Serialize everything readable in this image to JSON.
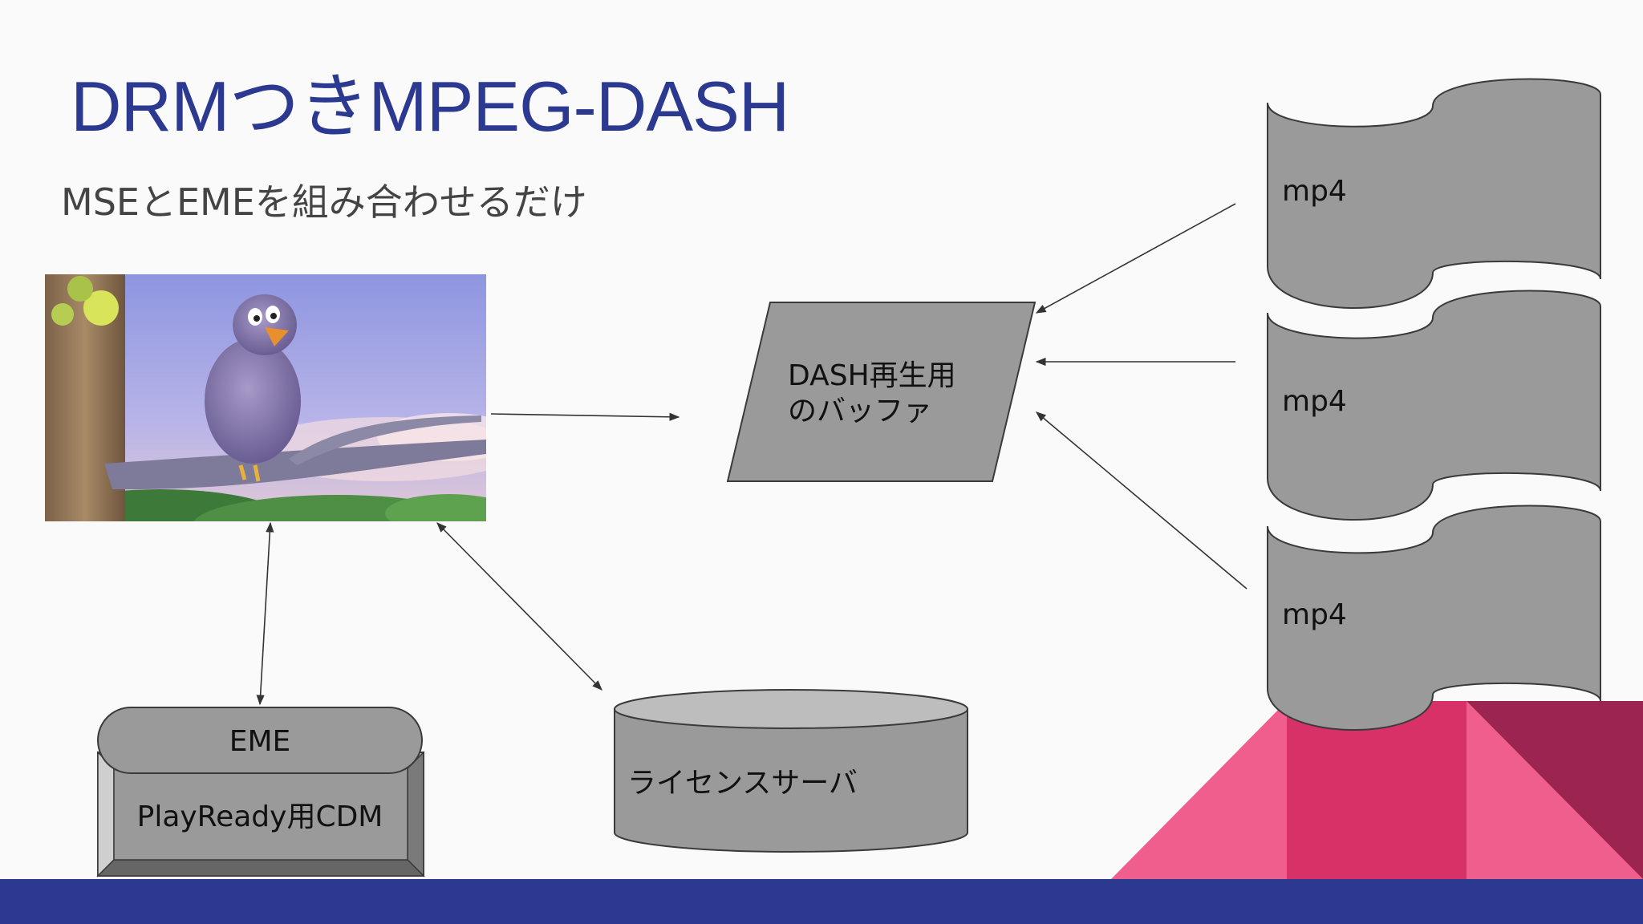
{
  "slide": {
    "title": "DRMつきMPEG-DASH",
    "subtitle": "MSEとEMEを組み合わせるだけ"
  },
  "diagram": {
    "buffer": {
      "line1": "DASH再生用",
      "line2": "のバッファ"
    },
    "media_files": [
      {
        "label": "mp4"
      },
      {
        "label": "mp4"
      },
      {
        "label": "mp4"
      }
    ],
    "eme": {
      "top_label": "EME",
      "bottom_label": "PlayReady用CDM"
    },
    "license_server": {
      "label": "ライセンスサーバ"
    }
  },
  "colors": {
    "title": "#2b3990",
    "shape_fill": "#9a9a9a",
    "footer": "#2b3990",
    "accent_pink": "#ef5e8c",
    "accent_magenta": "#d83167",
    "accent_maroon": "#9b2550"
  }
}
